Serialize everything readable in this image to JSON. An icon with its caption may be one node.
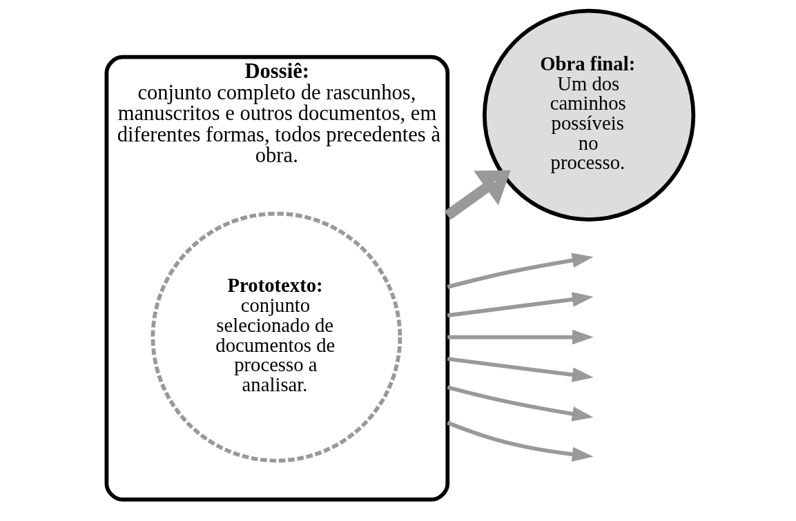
{
  "diagram": {
    "nodes": [
      {
        "text": [
          "Dossiê:",
          "conjunto completo de rascunhos, manuscritos e outros documentos, em diferentes formas, todos precedentes à obra."
        ]
      },
      {
        "text": [
          "Prototexto:",
          "conjunto selecionado de documentos de processo a analisar."
        ],
        "in": 0
      },
      {
        "text": [
          "Obra final:",
          "Um dos caminhos possíveis no processo."
        ]
      }
    ],
    "edges": [
      {
        "from": 0,
        "to": 2,
        "arrow": "to",
        "style": "thick"
      },
      {
        "from": 0,
        "to": null,
        "arrow": "to"
      },
      {
        "from": 0,
        "to": null,
        "arrow": "to"
      },
      {
        "from": 0,
        "to": null,
        "arrow": "to"
      },
      {
        "from": 0,
        "to": null,
        "arrow": "to"
      },
      {
        "from": 0,
        "to": null,
        "arrow": "to"
      },
      {
        "from": 0,
        "to": null,
        "arrow": "to"
      }
    ]
  }
}
